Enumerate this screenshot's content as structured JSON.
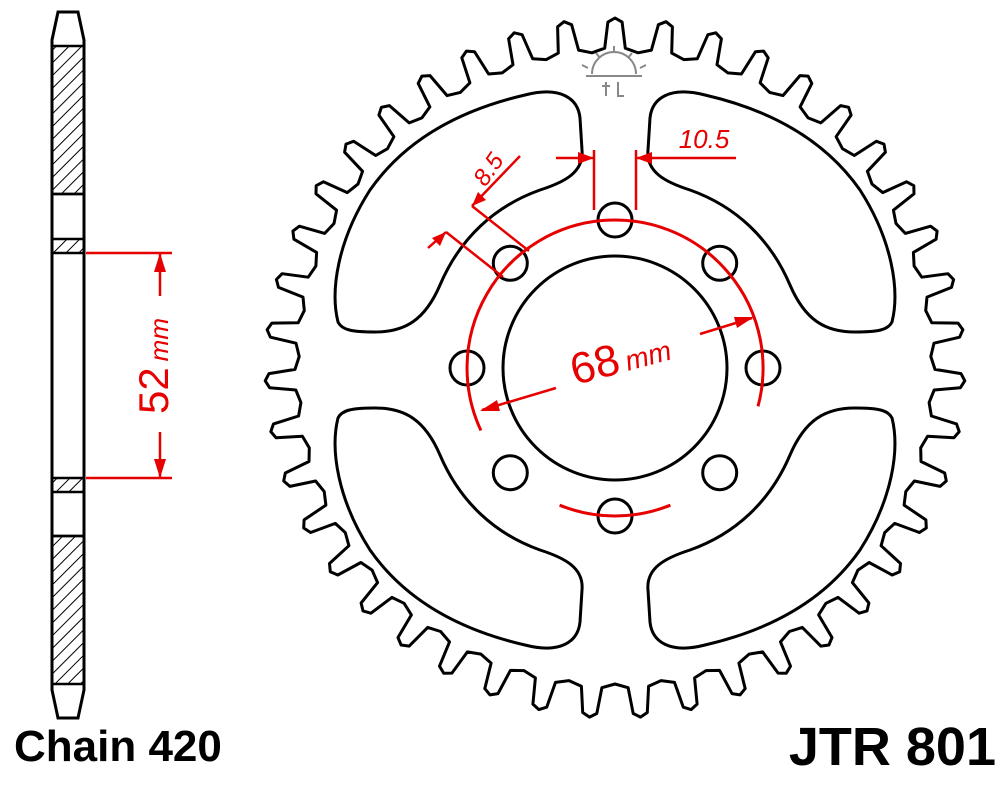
{
  "diagram": {
    "tooth_count": 43,
    "bolt_hole_count": 8,
    "colors": {
      "line": "#000000",
      "dimension": "#e60000",
      "hatch": "#000000",
      "background": "#ffffff",
      "logo": "#888888"
    },
    "labels": {
      "chain": "Chain 420",
      "part_number": "JTR 801",
      "bolt_circle": "68",
      "bolt_circle_unit": "mm",
      "center_bore": "52",
      "center_bore_unit": "mm",
      "hole_diameter": "8.5",
      "offset": "10.5"
    }
  }
}
